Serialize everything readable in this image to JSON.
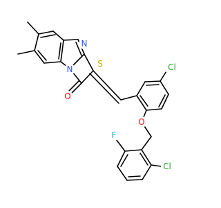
{
  "structure": {
    "atoms": [
      {
        "id": "N_im",
        "label": "N",
        "color": "#3050F8"
      },
      {
        "id": "N_br",
        "label": "N",
        "color": "#3050F8"
      },
      {
        "id": "S_ring",
        "label": "S",
        "color": "#C8A800"
      },
      {
        "id": "O_keto",
        "label": "O",
        "color": "#FF0D0D"
      },
      {
        "id": "O_ether",
        "label": "O",
        "color": "#FF0D0D"
      },
      {
        "id": "Cl_top",
        "label": "Cl",
        "color": "#1FA01F"
      },
      {
        "id": "F_ring",
        "label": "F",
        "color": "#00B0C0"
      },
      {
        "id": "Cl_low",
        "label": "Cl",
        "color": "#1FA01F"
      }
    ]
  }
}
